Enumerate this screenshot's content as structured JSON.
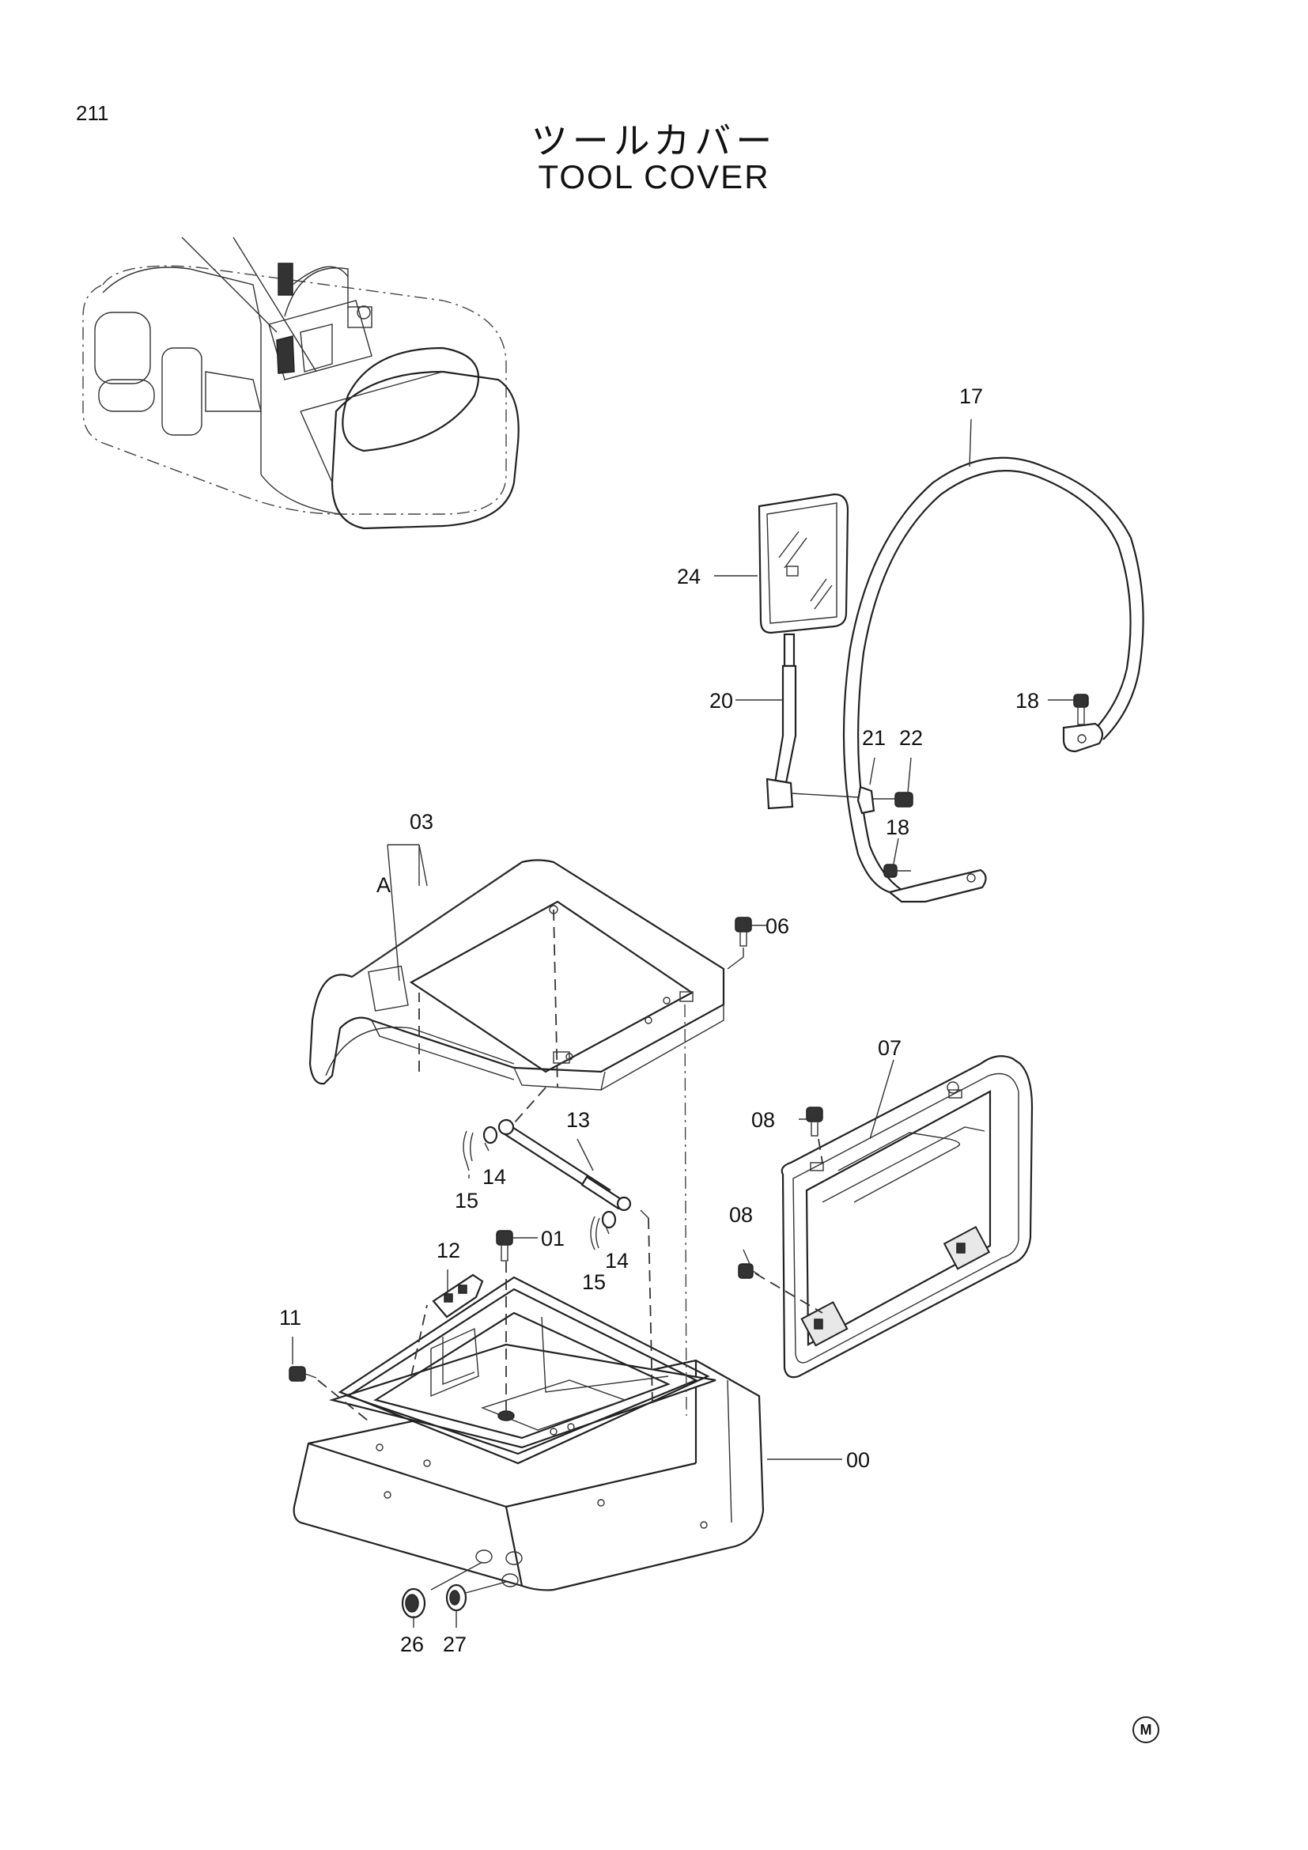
{
  "page": {
    "number": "211",
    "title_jp": "ツールカバー",
    "title_en": "TOOL COVER",
    "maker_mark": "M"
  },
  "callouts": {
    "c00": "00",
    "c01": "01",
    "c03": "03",
    "c06": "06",
    "c07": "07",
    "c08a": "08",
    "c08b": "08",
    "c11": "11",
    "c12": "12",
    "c13": "13",
    "c14a": "14",
    "c14b": "14",
    "c15a": "15",
    "c15b": "15",
    "c17": "17",
    "c18a": "18",
    "c18b": "18",
    "c20": "20",
    "c21": "21",
    "c22": "22",
    "c24": "24",
    "c26": "26",
    "c27": "27",
    "detail_a": "A"
  }
}
